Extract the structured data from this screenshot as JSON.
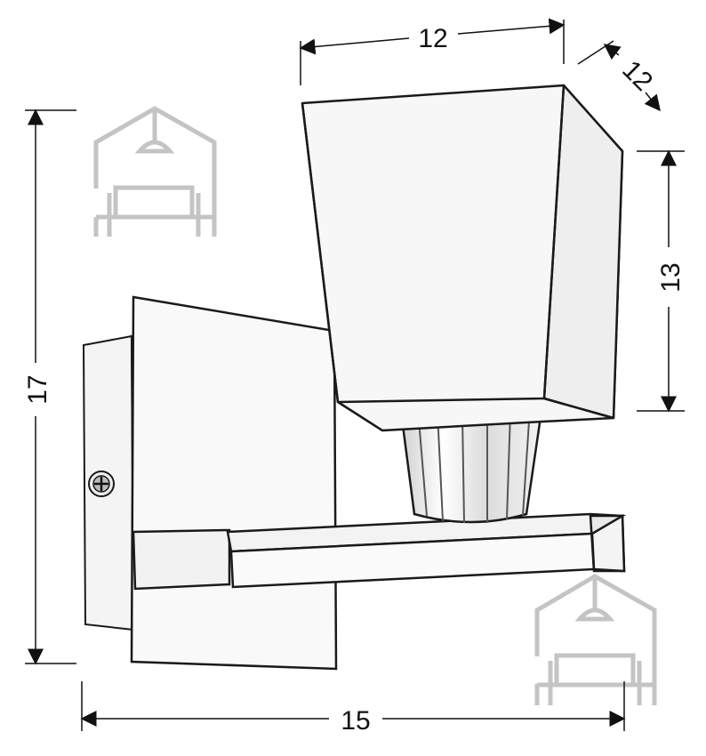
{
  "dimensions": {
    "shade_width": "12",
    "shade_depth": "12",
    "shade_height": "13",
    "total_height": "17",
    "total_width": "15"
  },
  "colors": {
    "line": "#1a1a1a",
    "icon": "#c4c4c4",
    "shade_fill": "#f7f7f7",
    "metal_fill": "#eeeeee"
  },
  "icons": [
    "house-ceiling-lamp-icon",
    "house-wall-lamp-icon"
  ]
}
